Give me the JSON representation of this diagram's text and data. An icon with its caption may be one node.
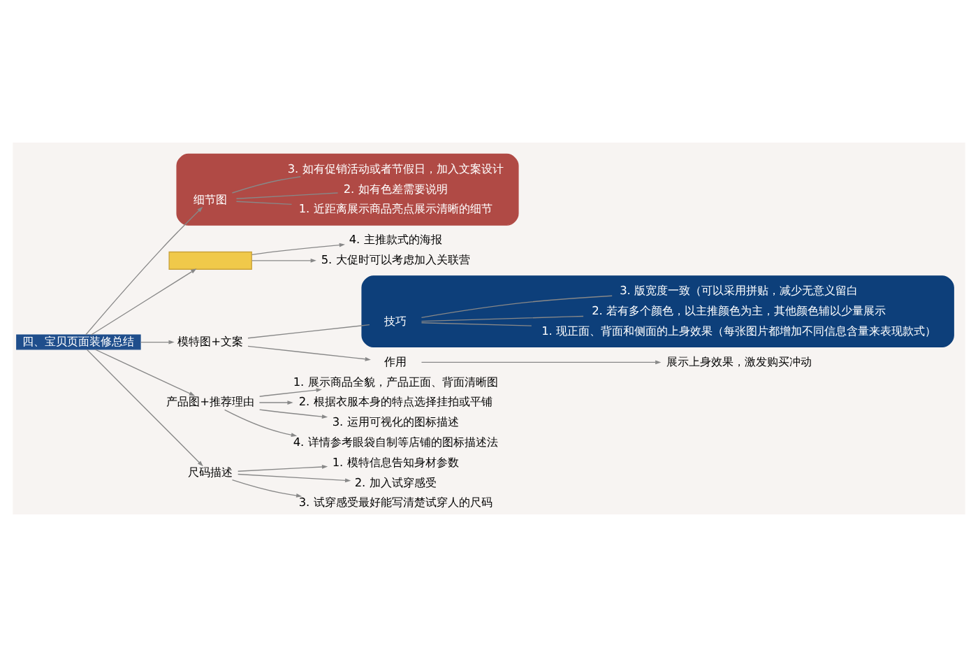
{
  "diagram": {
    "nodes": [
      {
        "text": [
          "四、宝贝页面装修总结"
        ]
      },
      {
        "text": [],
        "shape": "box"
      },
      {
        "text": [
          "4. 主推款式的海报"
        ]
      },
      {
        "text": [
          "5. 大促时可以考虑加入关联营"
        ]
      },
      {
        "text": [
          "模特图+文案"
        ]
      },
      {
        "text": [
          "作用"
        ]
      },
      {
        "text": [
          "展示上身效果，激发购买冲动"
        ]
      },
      {
        "text": [],
        "shape": "box"
      },
      {
        "text": [
          "技巧"
        ],
        "in": 7
      },
      {
        "text": [
          "1. 现正面、背面和侧面的上身效果（每张图片都增加不同信息含量来表现款式）"
        ],
        "in": 7
      },
      {
        "text": [
          "2. 若有多个颜色，以主推颜色为主，其他颜色辅以少量展示"
        ],
        "in": 7
      },
      {
        "text": [
          "3. 版宽度一致（可以采用拼贴，减少无意义留白"
        ],
        "in": 7
      },
      {
        "text": [
          "产品图+推荐理由"
        ]
      },
      {
        "text": [
          "1. 展示商品全貌，产品正面、背面清晰图"
        ]
      },
      {
        "text": [
          "2. 根据衣服本身的特点选择挂拍或平铺"
        ]
      },
      {
        "text": [
          "3. 运用可视化的图标描述"
        ]
      },
      {
        "text": [
          "4. 详情参考眼袋自制等店铺的图标描述法"
        ]
      },
      {
        "text": [],
        "shape": "box"
      },
      {
        "text": [
          "细节图"
        ],
        "in": 17
      },
      {
        "text": [
          "1. 近距离展示商品亮点展示清晰的细节"
        ],
        "in": 17
      },
      {
        "text": [
          "2. 如有色差需要说明"
        ],
        "in": 17
      },
      {
        "text": [
          "3. 如有促销活动或者节假日，加入文案设计"
        ],
        "in": 17
      },
      {
        "text": [
          "尺码描述"
        ]
      },
      {
        "text": [
          "1. 模特信息告知身材参数"
        ]
      },
      {
        "text": [
          "2. 加入试穿感受"
        ]
      },
      {
        "text": [
          "3. 试穿感受最好能写清楚试穿人的尺码"
        ]
      }
    ],
    "edges": [
      {
        "from": 0,
        "to": 1,
        "arrow": "to"
      },
      {
        "from": 1,
        "to": 2,
        "arrow": "to"
      },
      {
        "from": 1,
        "to": 3,
        "arrow": "to"
      },
      {
        "from": 0,
        "to": 4,
        "arrow": "to"
      },
      {
        "from": 4,
        "to": 5,
        "arrow": "to"
      },
      {
        "from": 5,
        "to": 6,
        "arrow": "to"
      },
      {
        "from": 4,
        "to": 8,
        "arrow": "none"
      },
      {
        "from": 8,
        "to": 9,
        "arrow": "none"
      },
      {
        "from": 8,
        "to": 10,
        "arrow": "none"
      },
      {
        "from": 8,
        "to": 11,
        "arrow": "none"
      },
      {
        "from": 0,
        "to": 12,
        "arrow": "to"
      },
      {
        "from": 12,
        "to": 13,
        "arrow": "to"
      },
      {
        "from": 12,
        "to": 14,
        "arrow": "to"
      },
      {
        "from": 12,
        "to": 15,
        "arrow": "to"
      },
      {
        "from": 12,
        "to": 16,
        "arrow": "to"
      },
      {
        "from": 0,
        "to": 18,
        "arrow": "to"
      },
      {
        "from": 18,
        "to": 19,
        "arrow": "none"
      },
      {
        "from": 18,
        "to": 20,
        "arrow": "none"
      },
      {
        "from": 18,
        "to": 21,
        "arrow": "none"
      },
      {
        "from": 0,
        "to": 22,
        "arrow": "to"
      },
      {
        "from": 22,
        "to": 23,
        "arrow": "to"
      },
      {
        "from": 22,
        "to": 24,
        "arrow": "to"
      },
      {
        "from": 22,
        "to": 25,
        "arrow": "to"
      }
    ]
  }
}
